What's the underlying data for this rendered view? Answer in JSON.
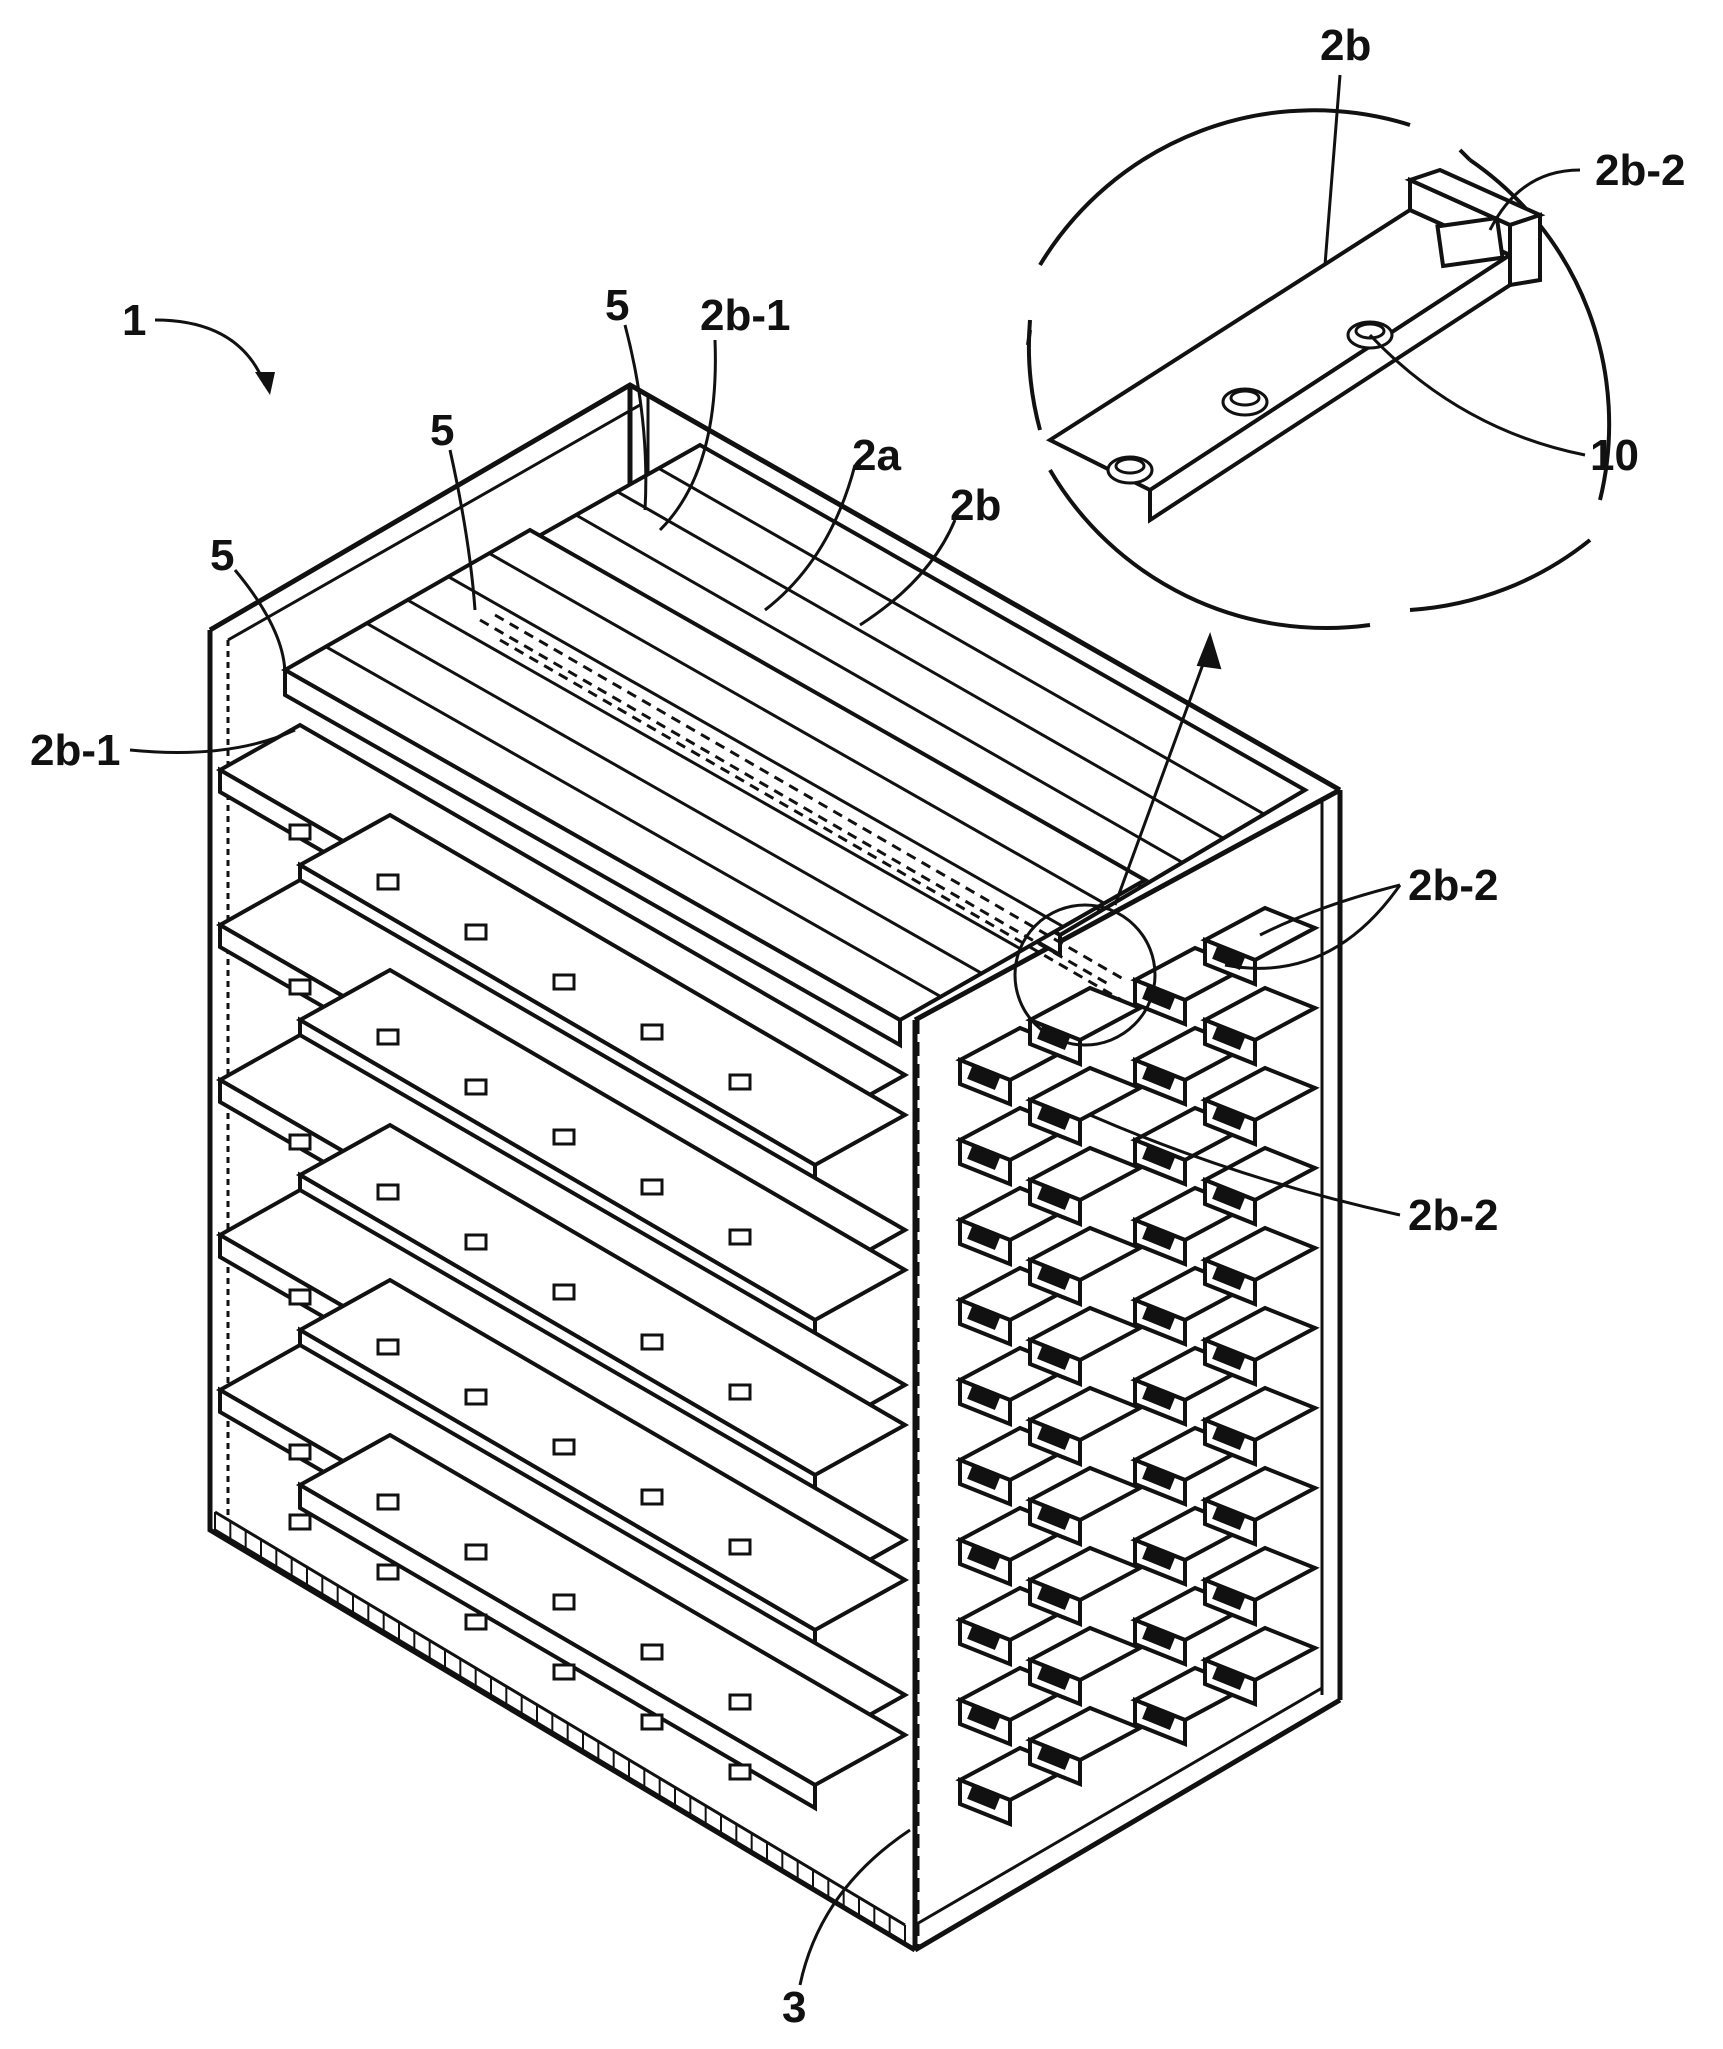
{
  "figure": {
    "labels": {
      "device": "1",
      "member_5_a": "5",
      "member_5_b": "5",
      "member_5_c": "5",
      "frame_2b1_top": "2b-1",
      "frame_2b1_left": "2b-1",
      "plate_2a": "2a",
      "bar_2b_main": "2b",
      "bar_2b_detail": "2b",
      "opening_2b2_detail": "2b-2",
      "hole_10": "10",
      "opening_2b2_upper": "2b-2",
      "opening_2b2_middle": "2b-2",
      "base_3": "3"
    }
  }
}
